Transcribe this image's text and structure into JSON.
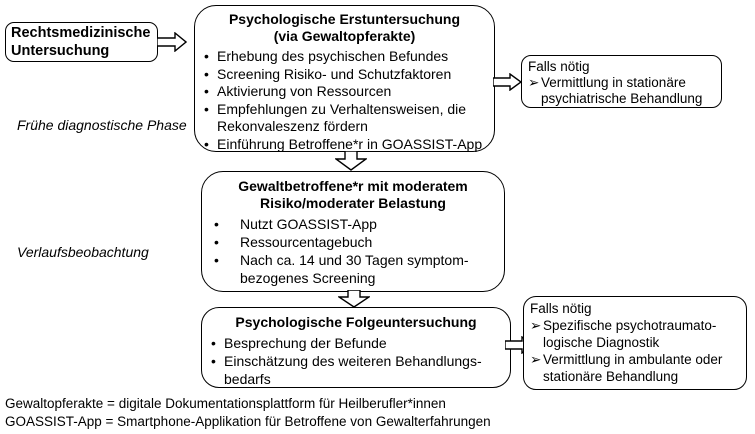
{
  "colors": {
    "ink": "#000000",
    "background": "#ffffff"
  },
  "markers": {
    "bullet": "•",
    "arrow": "➢"
  },
  "source_box": {
    "line1": "Rechtsmedizinische",
    "line2": "Untersuchung"
  },
  "phase_labels": {
    "early": "Frühe diagnostische Phase",
    "followup": "Verlaufsbeobachtung"
  },
  "initial_exam_box": {
    "title_line1": "Psychologische Erstuntersuchung",
    "title_line2": "(via Gewaltopferakte)",
    "bullets": [
      "Erhebung des psychischen Befundes",
      "Screening Risiko- und Schutzfaktoren",
      "Aktivierung von Ressourcen",
      "Empfehlungen zu Verhaltensweisen, die\nRekonvaleszenz fördern",
      "Einführung Betroffene*r in GOASSIST-App"
    ]
  },
  "monitoring_box": {
    "title_line1": "Gewaltbetroffene*r mit moderatem",
    "title_line2": "Risiko/moderater Belastung",
    "bullets": [
      "Nutzt GOASSIST-App",
      "Ressourcentagebuch",
      "Nach ca. 14 und 30 Tagen symptom-\nbezogenes Screening"
    ]
  },
  "followup_exam_box": {
    "title": "Psychologische Folgeuntersuchung",
    "bullets": [
      "Besprechung der Befunde",
      "Einschätzung des weiteren Behandlungs-\nbedarfs"
    ]
  },
  "side_box_top": {
    "header": "Falls nötig",
    "items": [
      "Vermittlung in stationäre\npsychiatrische Behandlung"
    ]
  },
  "side_box_bottom": {
    "header": "Falls nötig",
    "items": [
      "Spezifische psychotraumato-\nlogische Diagnostik",
      "Vermittlung in ambulante oder\nstationäre Behandlung"
    ]
  },
  "footnotes": [
    "Gewaltopferakte = digitale Dokumentationsplattform für Heilberufler*innen",
    "GOASSIST-App = Smartphone-Applikation für Betroffene von Gewalterfahrungen"
  ]
}
